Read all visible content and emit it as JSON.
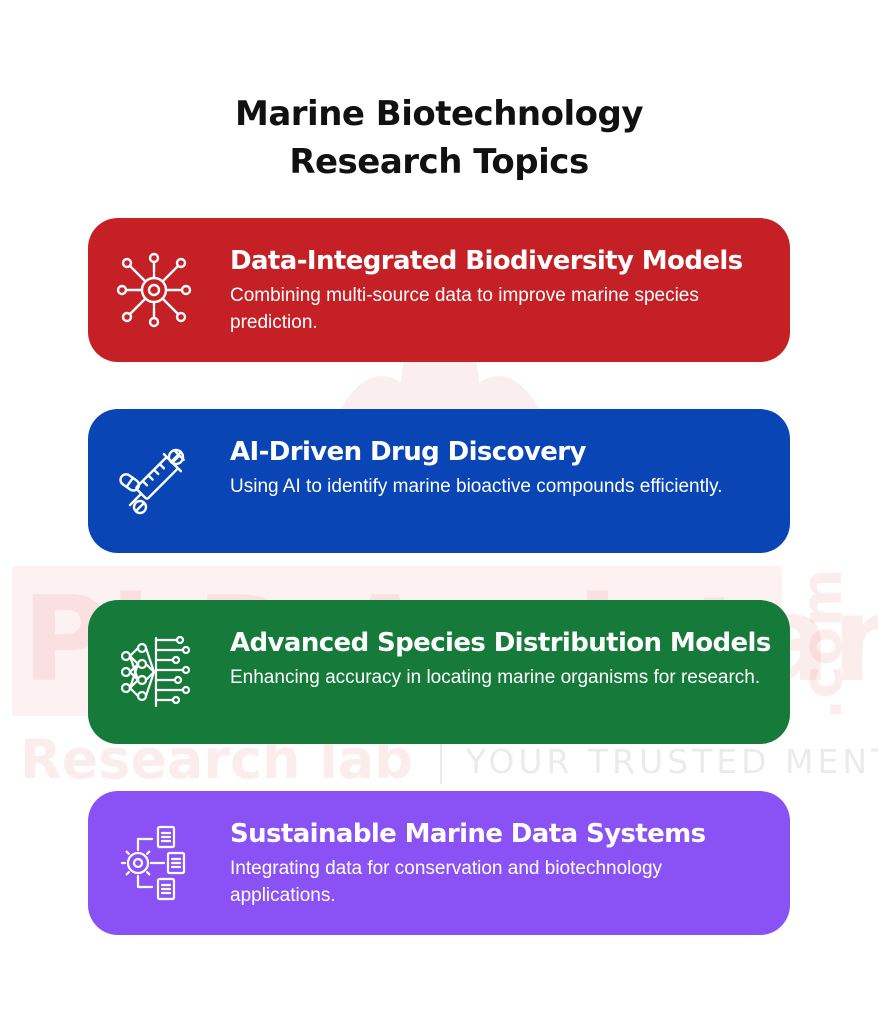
{
  "title": {
    "line1": "Marine Biotechnology",
    "line2": "Research Topics"
  },
  "watermark": {
    "brand": "PhD Assistance",
    "domain": ".com",
    "sub": "Research lab",
    "tagline": "YOUR TRUSTED MENTOR"
  },
  "cards": [
    {
      "title": "Data-Integrated Biodiversity Models",
      "description": "Combining multi-source data to improve marine species prediction.",
      "color": "#C42026",
      "icon": "network-gear-icon"
    },
    {
      "title": "AI-Driven Drug Discovery",
      "description": "Using AI to identify marine bioactive compounds efficiently.",
      "color": "#0A45B5",
      "icon": "syringe-pills-icon"
    },
    {
      "title": "Advanced Species Distribution Models",
      "description": "Enhancing accuracy in locating marine organisms for research.",
      "color": "#167A3A",
      "icon": "neural-network-icon"
    },
    {
      "title": "Sustainable Marine Data Systems",
      "description": "Integrating data for conservation and biotechnology applications.",
      "color": "#8A52F5",
      "icon": "data-documents-gear-icon"
    }
  ]
}
